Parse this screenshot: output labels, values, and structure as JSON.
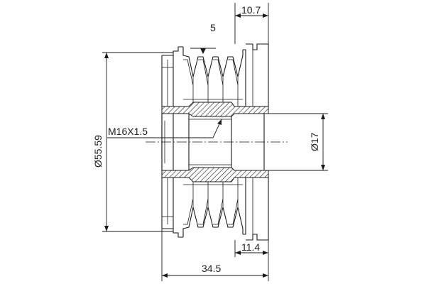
{
  "dimensions": {
    "groove_width": "5",
    "flange_width": "10.7",
    "outer_diameter": "Ø55.59",
    "thread": "M16X1.5",
    "bore_diameter": "Ø17",
    "rear_width": "11.4",
    "overall_length": "34.5"
  }
}
